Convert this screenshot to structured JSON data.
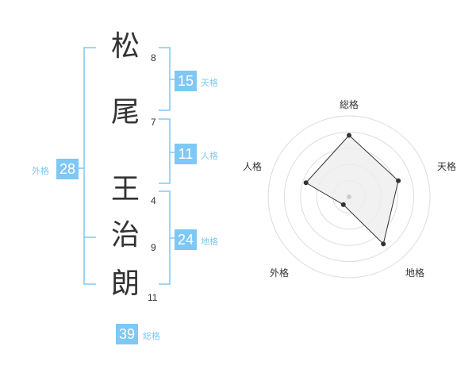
{
  "name": {
    "surname": [
      {
        "char": "松",
        "strokes": "8"
      },
      {
        "char": "尾",
        "strokes": "7"
      }
    ],
    "given": [
      {
        "char": "王",
        "strokes": "4"
      },
      {
        "char": "治",
        "strokes": "9"
      },
      {
        "char": "朗",
        "strokes": "11"
      }
    ]
  },
  "kaku": {
    "tenkaku": {
      "value": "15",
      "label": "天格"
    },
    "jinkaku": {
      "value": "11",
      "label": "人格"
    },
    "chikaku": {
      "value": "24",
      "label": "地格"
    },
    "gaikaku": {
      "value": "28",
      "label": "外格"
    },
    "soukaku": {
      "value": "39",
      "label": "総格"
    }
  },
  "colors": {
    "accent": "#7ec8f5",
    "text": "#333333",
    "ring": "#dddddd",
    "fill": "#eeeeee"
  },
  "chart_data": {
    "type": "radar",
    "axes": [
      "総格",
      "天格",
      "地格",
      "外格",
      "人格"
    ],
    "values": [
      0.76,
      0.64,
      0.72,
      0.12,
      0.56
    ],
    "rings": 5
  }
}
